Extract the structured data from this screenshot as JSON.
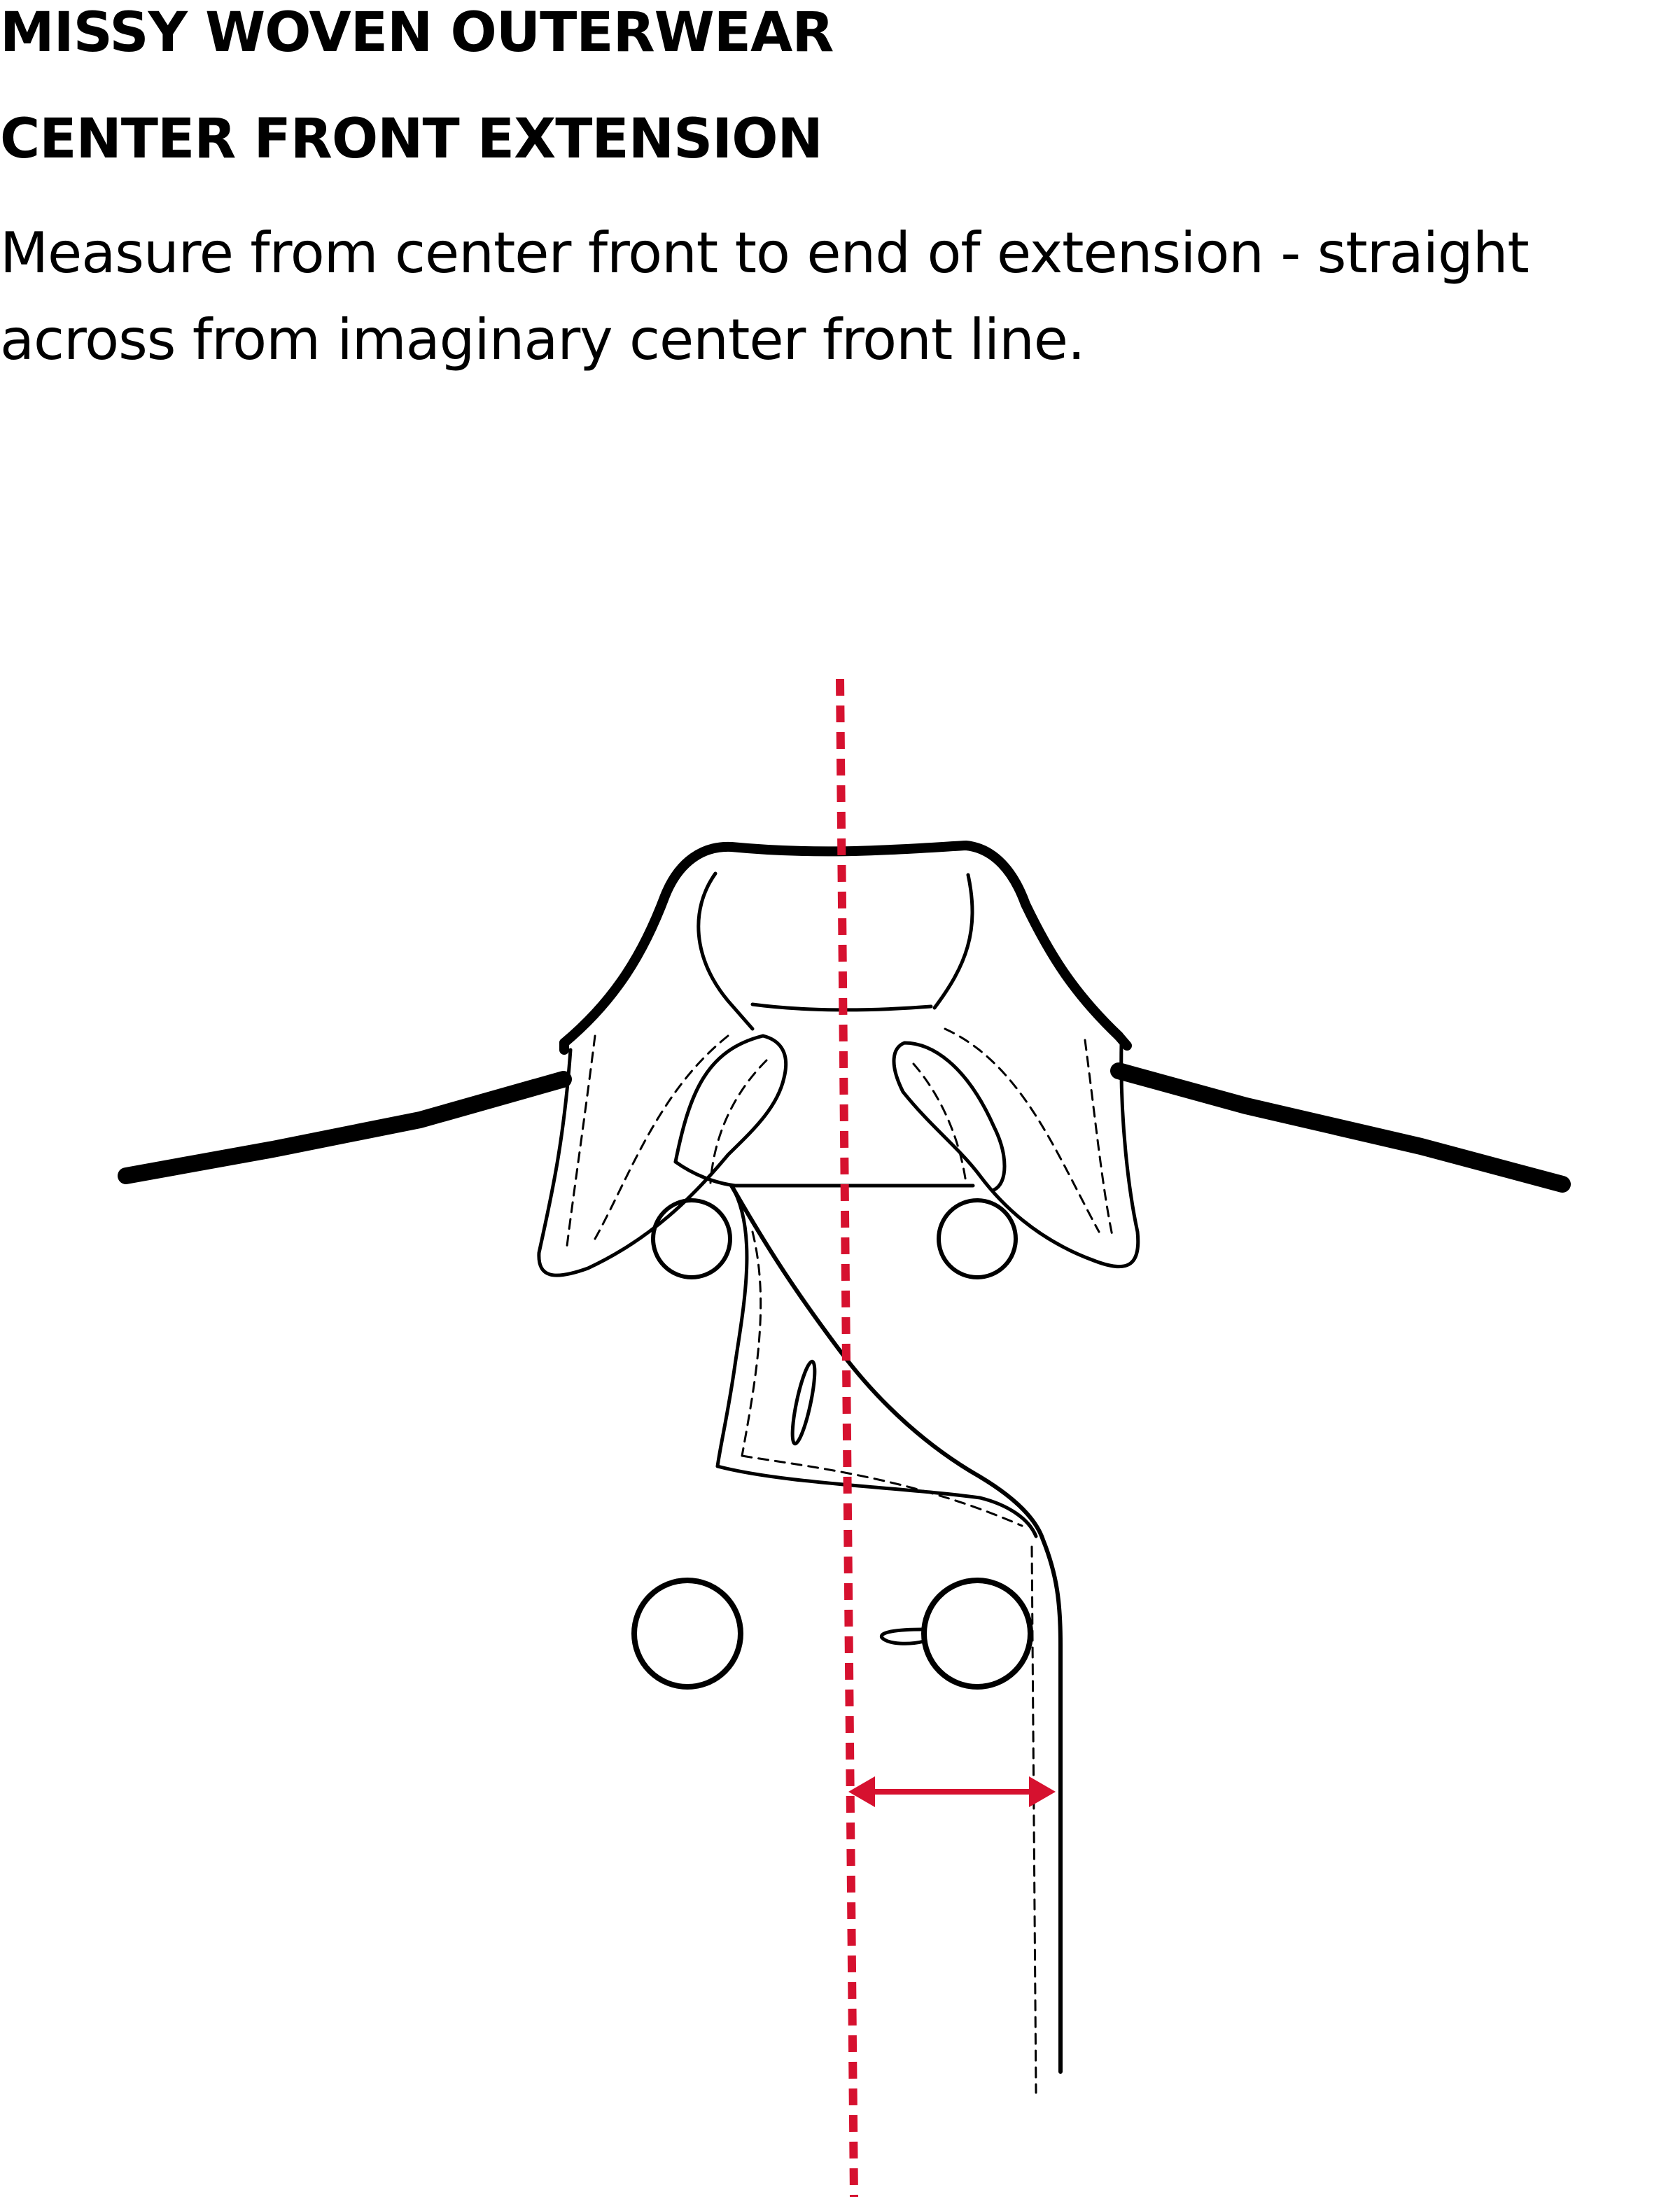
{
  "header": {
    "title": "MISSY WOVEN OUTERWEAR",
    "section": "CENTER FRONT EXTENSION"
  },
  "instructions": "Measure from center front to end of extension - straight across from imaginary center front line.",
  "diagram": {
    "garment_stroke_color": "#000000",
    "measure_color": "#d6112f"
  }
}
